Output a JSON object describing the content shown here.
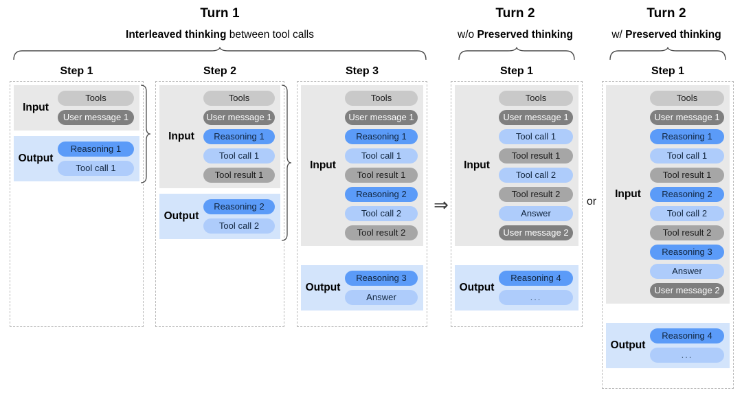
{
  "groups": [
    {
      "id": "turn1",
      "title": "Turn 1",
      "subtitle_bold": "Interleaved thinking",
      "subtitle_rest": " between tool calls"
    },
    {
      "id": "turn2-wo",
      "title": "Turn 2",
      "subtitle_lead": "w/o ",
      "subtitle_bold": "Preserved thinking",
      "subtitle_rest": ""
    },
    {
      "id": "turn2-w",
      "title": "Turn 2",
      "subtitle_lead": "w/ ",
      "subtitle_bold": "Preserved thinking",
      "subtitle_rest": ""
    }
  ],
  "labels": {
    "input": "Input",
    "output": "Output",
    "step1": "Step 1",
    "step2": "Step 2",
    "step3": "Step 3"
  },
  "connectors": {
    "arrow": "⇒",
    "or": "or"
  },
  "columns": [
    {
      "id": "turn1-step1",
      "step": "Step 1",
      "input": [
        "Tools",
        "User message 1"
      ],
      "output": [
        "Reasoning 1",
        "Tool call 1"
      ]
    },
    {
      "id": "turn1-step2",
      "step": "Step 2",
      "input": [
        "Tools",
        "User message 1",
        "Reasoning 1",
        "Tool call 1",
        "Tool result 1"
      ],
      "output": [
        "Reasoning 2",
        "Tool call 2"
      ]
    },
    {
      "id": "turn1-step3",
      "step": "Step 3",
      "input": [
        "Tools",
        "User message 1",
        "Reasoning 1",
        "Tool call 1",
        "Tool result 1",
        "Reasoning 2",
        "Tool call 2",
        "Tool result 2"
      ],
      "output": [
        "Reasoning 3",
        "Answer"
      ]
    },
    {
      "id": "turn2-wo-step1",
      "step": "Step 1",
      "input": [
        "Tools",
        "User message 1",
        "Tool call 1",
        "Tool result 1",
        "Tool call 2",
        "Tool result 2",
        "Answer",
        "User message 2"
      ],
      "output": [
        "Reasoning 4",
        "..."
      ]
    },
    {
      "id": "turn2-w-step1",
      "step": "Step 1",
      "input": [
        "Tools",
        "User message 1",
        "Reasoning 1",
        "Tool call 1",
        "Tool result 1",
        "Reasoning 2",
        "Tool call 2",
        "Tool result 2",
        "Reasoning 3",
        "Answer",
        "User message 2"
      ],
      "output": [
        "Reasoning 4",
        "..."
      ]
    }
  ],
  "colors": {
    "tools": "#c9c9c9",
    "user_message": "#7f7f7f",
    "reasoning": "#5b9bf8",
    "tool_call": "#aeccfb",
    "tool_result": "#a6a6a6",
    "answer": "#aeccfb",
    "input_panel": "#e8e8e8",
    "output_panel": "#d3e4fb"
  }
}
